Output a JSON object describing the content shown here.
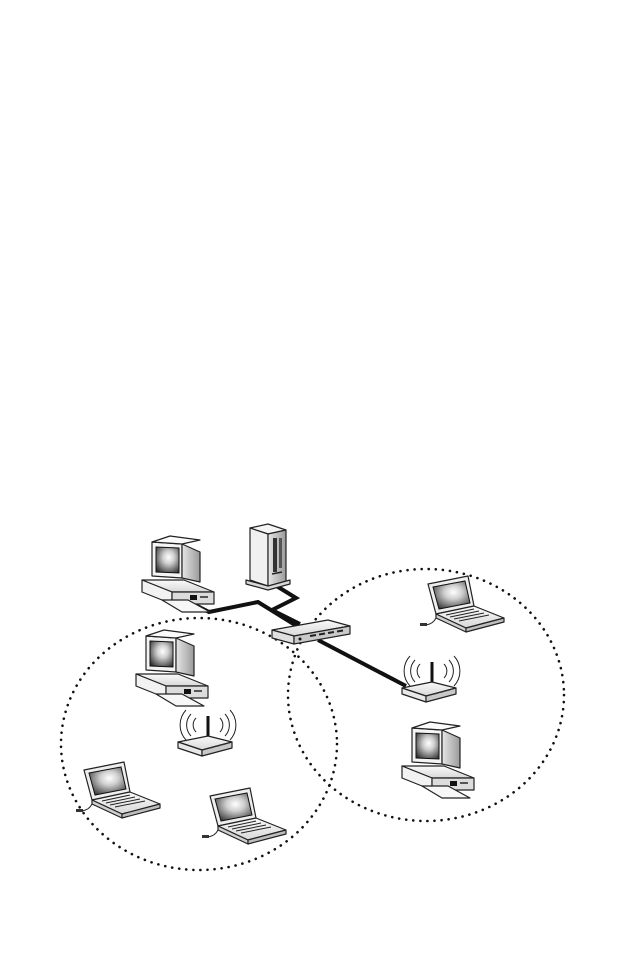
{
  "diagram": {
    "nodes": [
      {
        "id": "desktop-top-left",
        "kind": "desktop"
      },
      {
        "id": "server",
        "kind": "server-tower"
      },
      {
        "id": "hub",
        "kind": "network-switch"
      },
      {
        "id": "desktop-left-cell",
        "kind": "desktop"
      },
      {
        "id": "access-point-left",
        "kind": "wireless-access-point"
      },
      {
        "id": "laptop-left-1",
        "kind": "laptop"
      },
      {
        "id": "laptop-left-2",
        "kind": "laptop"
      },
      {
        "id": "laptop-right-top",
        "kind": "laptop"
      },
      {
        "id": "access-point-right",
        "kind": "wireless-access-point"
      },
      {
        "id": "desktop-right-cell",
        "kind": "desktop"
      }
    ],
    "links": [
      {
        "from": "desktop-top-left",
        "to": "hub",
        "style": "wired"
      },
      {
        "from": "server",
        "to": "hub",
        "style": "wired"
      },
      {
        "from": "hub",
        "to": "access-point-right",
        "style": "wired"
      }
    ],
    "coverage_areas": [
      {
        "id": "left-wireless-cell",
        "style": "dotted"
      },
      {
        "id": "right-wireless-cell",
        "style": "dotted"
      }
    ]
  }
}
